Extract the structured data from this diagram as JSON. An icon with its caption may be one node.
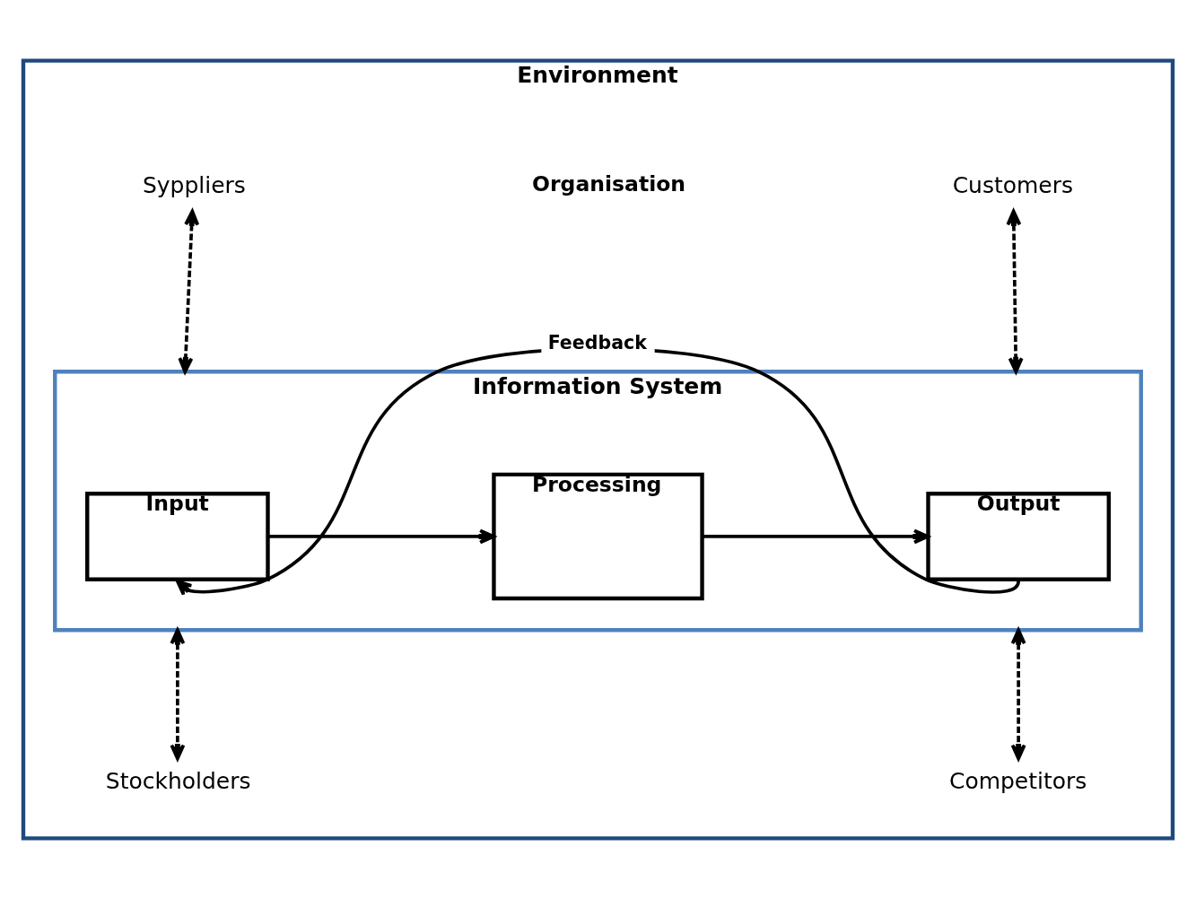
{
  "diagram": {
    "nodes": [
      {
        "text": [
          "Environment"
        ]
      },
      {
        "text": [
          "Syppliers"
        ],
        "in": 0
      },
      {
        "text": [
          "Customers"
        ],
        "in": 0
      },
      {
        "text": [
          "Information System"
        ],
        "in": 0
      },
      {
        "text": [
          "Input"
        ],
        "in": 3
      },
      {
        "text": [
          "Processing"
        ],
        "in": 3
      },
      {
        "text": [
          "Output"
        ],
        "in": 3
      },
      {
        "text": [
          "Stockholders"
        ],
        "in": 0
      },
      {
        "text": [
          "Competitors"
        ],
        "in": 0
      }
    ],
    "edges": [
      {
        "from": 1,
        "to": 3,
        "arrow": "both",
        "style": "dashed"
      },
      {
        "from": 2,
        "to": 3,
        "arrow": "both",
        "style": "dashed"
      },
      {
        "from": 4,
        "to": 5,
        "arrow": "to"
      },
      {
        "from": 5,
        "to": 6,
        "arrow": "to"
      },
      {
        "from": 6,
        "to": 4,
        "arrow": "to",
        "label": "Feedback"
      },
      {
        "from": 3,
        "to": 7,
        "arrow": "both",
        "style": "dashed"
      },
      {
        "from": 3,
        "to": 8,
        "arrow": "both",
        "style": "dashed"
      }
    ],
    "labels": [
      "Organisation"
    ]
  }
}
